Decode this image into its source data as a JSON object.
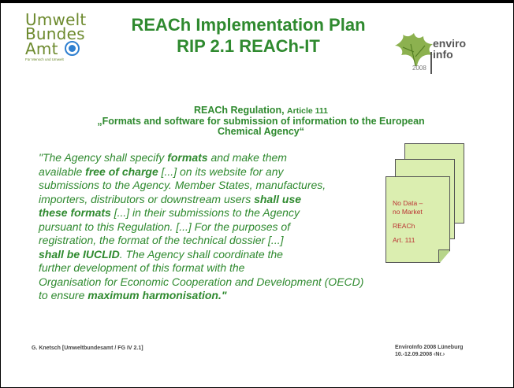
{
  "logo_left": {
    "line1": "Umwelt",
    "line2": "Bundes",
    "line3": "Amt",
    "tagline": "Für Mensch und Umwelt"
  },
  "title": {
    "line1": "REACh Implementation Plan",
    "line2": "RIP 2.1 REACh-IT"
  },
  "logo_right": {
    "line1": "enviro",
    "line2": "info",
    "year": "2008"
  },
  "subheading": {
    "regulation": "REACh Regulation,",
    "article": "Article 111",
    "line2": "„Formats and software for submission of information to the European",
    "line3": "Chemical Agency“"
  },
  "quote": {
    "l1a": "\"The Agency shall specify ",
    "l1b": "formats",
    "l1c": " and make them",
    "l2a": "available ",
    "l2b": "free of charge",
    "l2c": " [...] on its website for any",
    "l3": "submissions to the Agency. Member States, manufactures,",
    "l4a": "importers, distributors or downstream users ",
    "l4b": "shall use",
    "l5a": "these formats",
    "l5b": " [...] in their submissions to the Agency",
    "l6": "pursuant to this Regulation. [...] For the purposes of",
    "l7": "registration, the format of the technical dossier [...]",
    "l8a": "shall be IUCLID",
    "l8b": ". The Agency shall coordinate the",
    "l9": "further development of this format with the",
    "l10": "Organisation for Economic Cooperation and Development (OECD)",
    "l11a": "to ensure ",
    "l11b": "maximum harmonisation.\""
  },
  "documents_graphic": {
    "line1": "No Data –",
    "line2": "no Market",
    "line3": "REACh",
    "line4": "Art. 111",
    "fill_color": "#dbeeb0"
  },
  "footer": {
    "left": "G. Knetsch [Umweltbundesamt / FG IV 2.1]",
    "right_line1": "EnviroInfo 2008 Lüneburg",
    "right_line2": "10.-12.09.2008   ‹Nr.›"
  },
  "colors": {
    "title_green": "#2f8a2f",
    "logo_green": "#6d8a2e",
    "un_blue": "#2e7fd0"
  }
}
